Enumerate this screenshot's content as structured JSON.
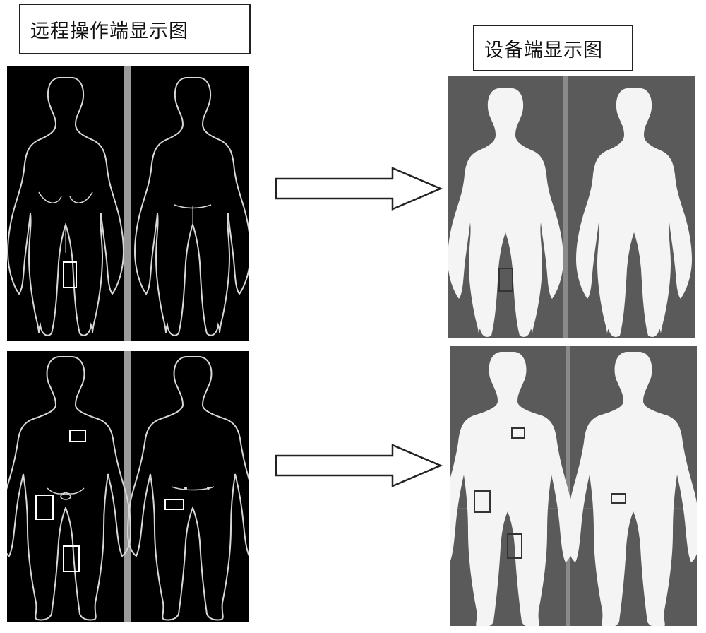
{
  "labels": {
    "remote_display": "远程操作端显示图",
    "device_display": "设备端显示图"
  },
  "colors": {
    "remote_bg": "#000000",
    "remote_outline": "#d8d8d8",
    "device_bg": "#5a5a5a",
    "device_body": "#f4f4f4",
    "divider": "#9a9a9a",
    "arrow_stroke": "#222222"
  },
  "icons": {
    "arrow": "right-arrow-icon",
    "body_front": "human-body-front-icon",
    "body_back": "human-body-back-icon",
    "marker": "selection-rectangle"
  }
}
